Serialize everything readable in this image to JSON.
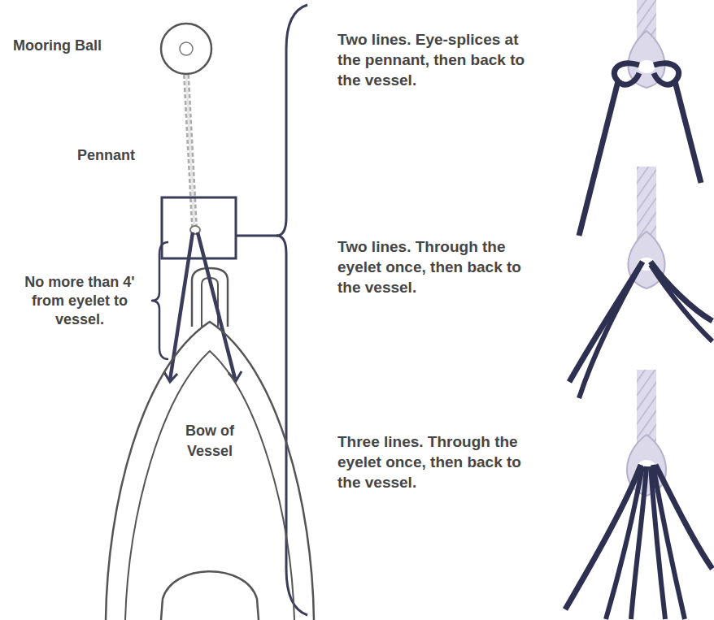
{
  "diagram": {
    "nodes": [
      {
        "text": [
          "Mooring Ball"
        ]
      },
      {
        "text": [
          "Bow of Vessel"
        ]
      }
    ],
    "labels": [
      "Pennant",
      "No more than 4' from eyelet to vessel.",
      "Two lines. Eye-splices at the pennant, then back to the vessel.",
      "Two lines. Through the eyelet once, then back to the vessel.",
      "Three lines. Through the eyelet once, then back to the vessel."
    ]
  }
}
